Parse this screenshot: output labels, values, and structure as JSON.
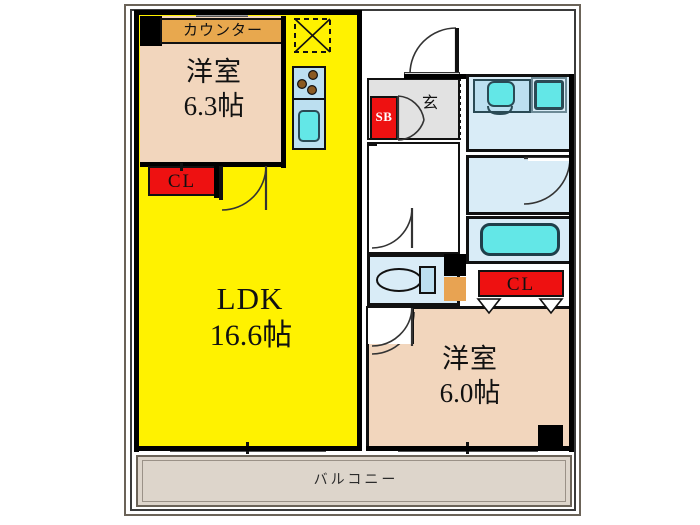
{
  "document": {
    "type": "floor-plan",
    "language": "ja",
    "title": "間取り図"
  },
  "rooms": [
    {
      "id": "western-room-63",
      "name": "洋室",
      "size": "6.3帖",
      "fill": "#f2d6bd",
      "position": "top-left"
    },
    {
      "id": "ldk",
      "name": "LDK",
      "size": "16.6帖",
      "fill": "#fff200",
      "position": "center-left"
    },
    {
      "id": "western-room-60",
      "name": "洋室",
      "size": "6.0帖",
      "fill": "#f2d6bd",
      "position": "bottom-right"
    }
  ],
  "areas": {
    "balcony": {
      "label": "バルコニー",
      "fill": "#ddd5cb"
    },
    "entrance": {
      "label": "玄",
      "fill": "#e2e2e2"
    },
    "counter": {
      "label": "カウンター",
      "fill": "#e8a84e"
    },
    "shoe_box": {
      "label": "SB",
      "fill": "#ee1111"
    },
    "closet_left": {
      "label": "CL",
      "fill": "#ee1111"
    },
    "closet_right": {
      "label": "CL",
      "fill": "#ee1111"
    }
  },
  "fixtures": [
    {
      "name": "kitchen-stove-icon",
      "burners": 3
    },
    {
      "name": "kitchen-sink-icon"
    },
    {
      "name": "refrigerator-space-icon"
    },
    {
      "name": "washbasin-icon"
    },
    {
      "name": "washing-machine-icon"
    },
    {
      "name": "bathtub-icon"
    },
    {
      "name": "toilet-icon"
    }
  ],
  "colors": {
    "ldk_yellow": "#fff200",
    "room_beige": "#f2d6bd",
    "water_blue": "#d9ecf7",
    "fixture_cyan": "#63e7e7",
    "closet_red": "#ee1111",
    "counter_orange": "#e8a84e",
    "balcony_gray": "#ddd5cb",
    "wall_black": "#000000"
  }
}
